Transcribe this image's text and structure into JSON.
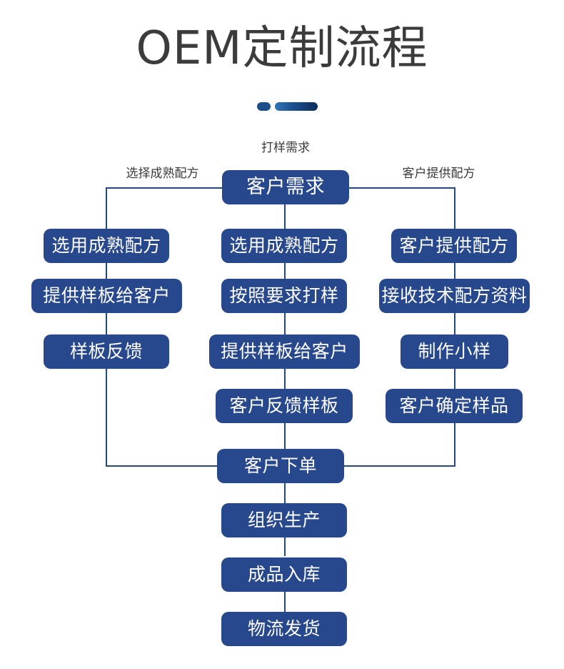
{
  "page": {
    "title": "OEM定制流程",
    "background_color": "#ffffff",
    "box_color": "#28488e",
    "line_color": "#24487f",
    "title_color": "#3b3b3b",
    "caption_color": "#3a3a3a",
    "decor": {
      "dot_color": "#1d4d8c",
      "bar_gradient_from": "#2f74b8",
      "bar_gradient_to": "#0d2c5c"
    }
  },
  "captions": {
    "top_center": "打样需求",
    "top_left": "选择成熟配方",
    "top_right": "客户提供配方"
  },
  "flow": {
    "root": "客户需求",
    "merge": "客户下单",
    "left_branch": [
      "选用成熟配方",
      "提供样板给客户",
      "样板反馈"
    ],
    "center_branch": [
      "选用成熟配方",
      "按照要求打样",
      "提供样板给客户",
      "客户反馈样板"
    ],
    "right_branch": [
      "客户提供配方",
      "接收技术配方资料",
      "制作小样",
      "客户确定样品"
    ],
    "tail": [
      "组织生产",
      "成品入库",
      "物流发货"
    ]
  }
}
